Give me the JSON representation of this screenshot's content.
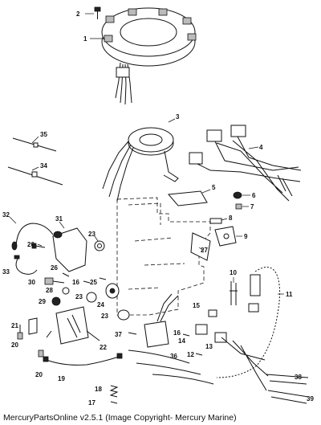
{
  "footer": {
    "copyright": "MercuryPartsOnline v2.5.1 (Image Copyright- Mercury Marine)"
  },
  "callouts": [
    {
      "id": "c2",
      "label": "2"
    },
    {
      "id": "c1",
      "label": "1"
    },
    {
      "id": "c3",
      "label": "3"
    },
    {
      "id": "c4",
      "label": "4"
    },
    {
      "id": "c35",
      "label": "35"
    },
    {
      "id": "c34",
      "label": "34"
    },
    {
      "id": "c5",
      "label": "5"
    },
    {
      "id": "c6",
      "label": "6"
    },
    {
      "id": "c7",
      "label": "7"
    },
    {
      "id": "c8",
      "label": "8"
    },
    {
      "id": "c9",
      "label": "9"
    },
    {
      "id": "c32",
      "label": "32"
    },
    {
      "id": "c31",
      "label": "31"
    },
    {
      "id": "c26a",
      "label": "26"
    },
    {
      "id": "c23a",
      "label": "23"
    },
    {
      "id": "c27",
      "label": "27"
    },
    {
      "id": "c10",
      "label": "10"
    },
    {
      "id": "c11",
      "label": "11"
    },
    {
      "id": "c33",
      "label": "33"
    },
    {
      "id": "c26b",
      "label": "26"
    },
    {
      "id": "c30",
      "label": "30"
    },
    {
      "id": "c16a",
      "label": "16"
    },
    {
      "id": "c25",
      "label": "25"
    },
    {
      "id": "c28",
      "label": "28"
    },
    {
      "id": "c29",
      "label": "29"
    },
    {
      "id": "c23b",
      "label": "23"
    },
    {
      "id": "c24",
      "label": "24"
    },
    {
      "id": "c15",
      "label": "15"
    },
    {
      "id": "c21",
      "label": "21"
    },
    {
      "id": "c23c",
      "label": "23"
    },
    {
      "id": "c37",
      "label": "37"
    },
    {
      "id": "c16b",
      "label": "16"
    },
    {
      "id": "c14",
      "label": "14"
    },
    {
      "id": "c13",
      "label": "13"
    },
    {
      "id": "c20a",
      "label": "20"
    },
    {
      "id": "c22",
      "label": "22"
    },
    {
      "id": "c36",
      "label": "36"
    },
    {
      "id": "c12",
      "label": "12"
    },
    {
      "id": "c20b",
      "label": "20"
    },
    {
      "id": "c19",
      "label": "19"
    },
    {
      "id": "c38",
      "label": "38"
    },
    {
      "id": "c18",
      "label": "18"
    },
    {
      "id": "c17",
      "label": "17"
    },
    {
      "id": "c39",
      "label": "39"
    }
  ]
}
